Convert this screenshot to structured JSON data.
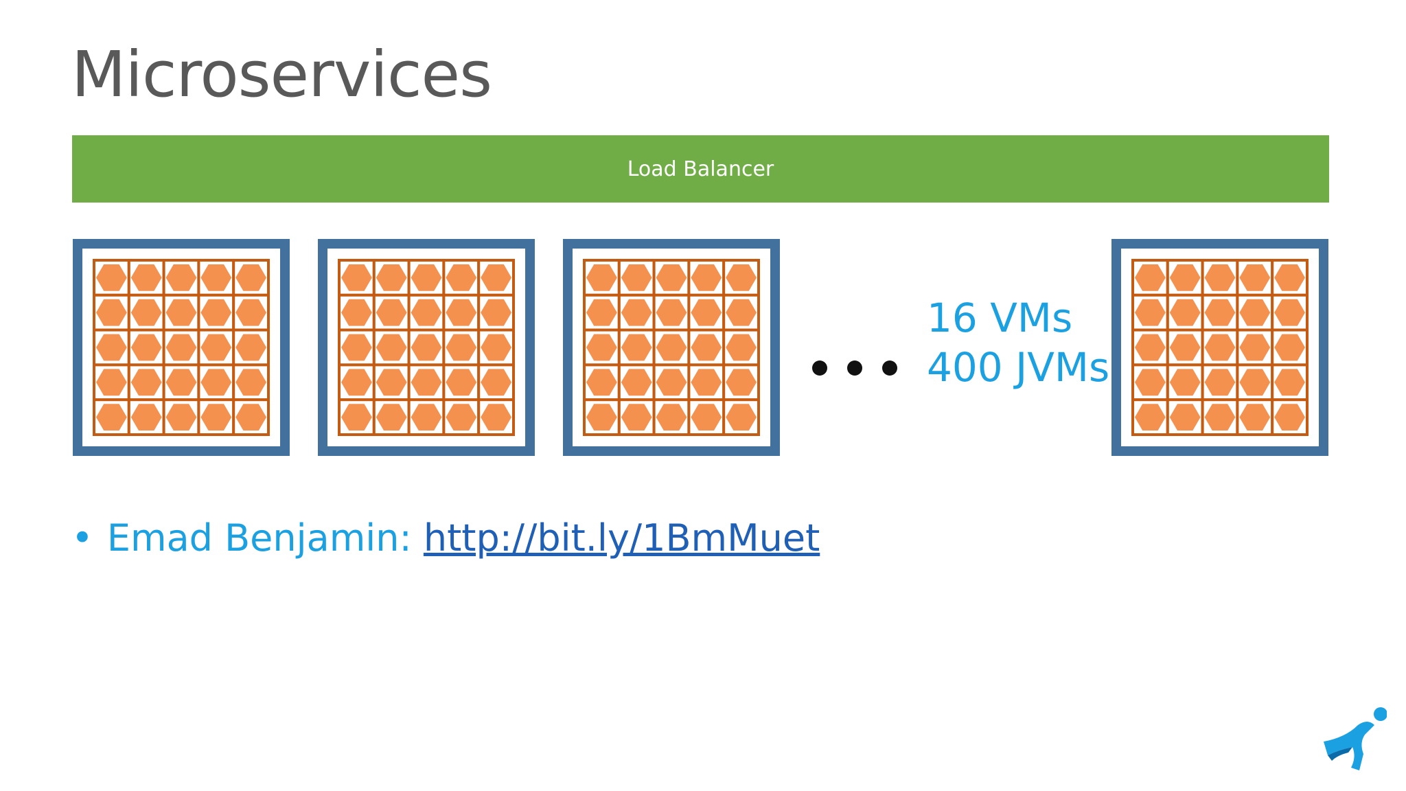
{
  "slide": {
    "title": "Microservices",
    "load_balancer_label": "Load Balancer",
    "stats": {
      "vm_count": "16 VMs",
      "jvm_count": "400 JVMs"
    },
    "bullet": {
      "text": "Emad Benjamin: ",
      "link_text": "http://bit.ly/1BmMuet"
    },
    "grid": {
      "rows": 5,
      "cols": 5
    },
    "colors": {
      "load_balancer": "#70ad47",
      "vm_border": "#41719c",
      "grid_lines": "#c55a11",
      "hexagon": "#f4914e",
      "stats_text": "#1ba1e2",
      "title_text": "#595959"
    },
    "icons": {
      "logo": "runner-logo-icon"
    }
  }
}
